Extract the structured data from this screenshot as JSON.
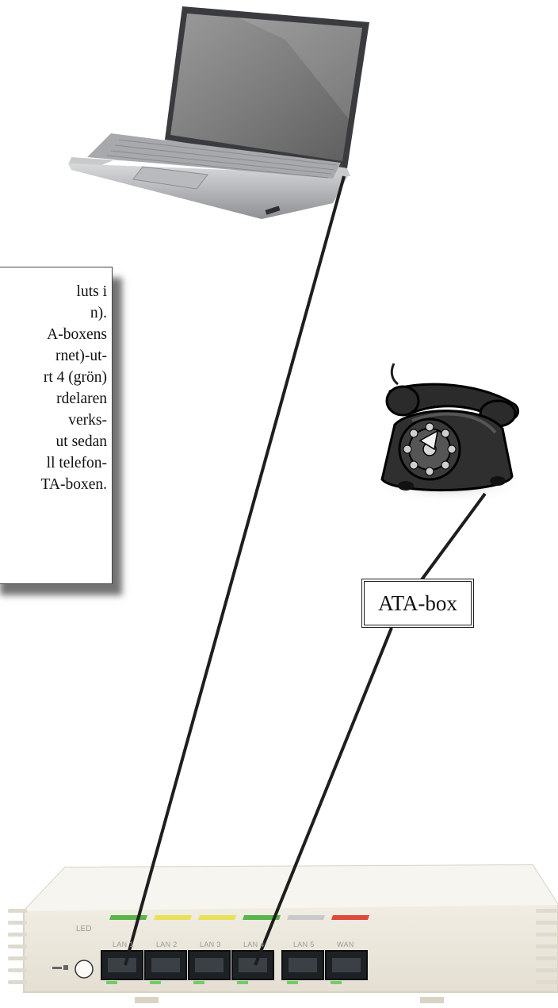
{
  "instructions": {
    "lines": [
      "luts i",
      "n).",
      "A-boxens",
      "rnet)-ut-",
      "rt 4 (grön)",
      "rdelaren",
      "verks-",
      "ut sedan",
      "ll telefon-",
      "TA-boxen."
    ]
  },
  "ata_box": {
    "label": "ATA-box"
  },
  "router": {
    "led_label": "LED",
    "ports": [
      {
        "label": "LAN 1",
        "color": "#58b54a"
      },
      {
        "label": "LAN 2",
        "color": "#e8e25a"
      },
      {
        "label": "LAN 3",
        "color": "#e8e25a"
      },
      {
        "label": "LAN 4",
        "color": "#58b54a"
      },
      {
        "label": "LAN 5",
        "color": "#c9c9c9"
      },
      {
        "label": "WAN",
        "color": "#e0493a"
      }
    ]
  },
  "colors": {
    "cable": "#1e1e1e",
    "router_body": "#f1ede3",
    "phone_body": "#2a2a2a"
  }
}
